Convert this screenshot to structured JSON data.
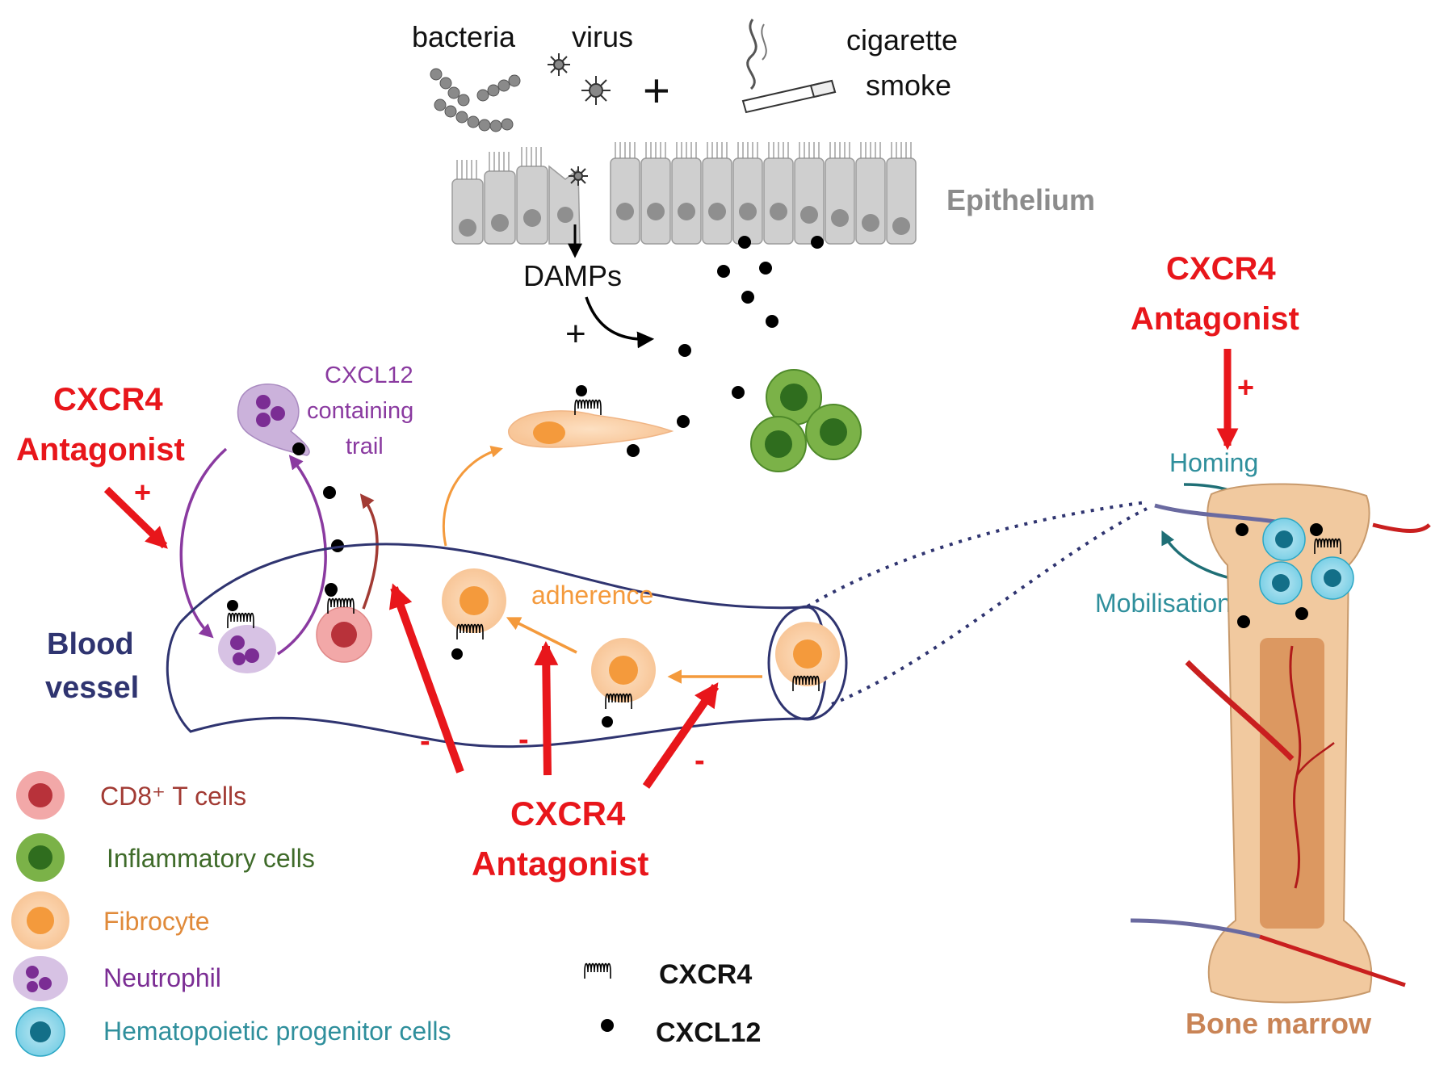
{
  "labels": {
    "bacteria": "bacteria",
    "virus": "virus",
    "plus_top": "+",
    "cigarette_1": "cigarette",
    "cigarette_2": "smoke",
    "epithelium": "Epithelium",
    "damps": "DAMPs",
    "plus_damps": "+",
    "cxcl12_trail_1": "CXCL12",
    "cxcl12_trail_2": "containing",
    "cxcl12_trail_3": "trail",
    "adherence": "adherence",
    "blood_vessel_1": "Blood",
    "blood_vessel_2": "vessel",
    "homing": "Homing",
    "mobilisation": "Mobilisation",
    "bone_marrow": "Bone marrow",
    "minus": "-",
    "plus_sign": "+"
  },
  "antagonists": {
    "left_line1": "CXCR4",
    "left_line2": "Antagonist",
    "right_line1": "CXCR4",
    "right_line2": "Antagonist",
    "center_line1": "CXCR4",
    "center_line2": "Antagonist"
  },
  "legend": {
    "cd8": "CD8⁺ T cells",
    "inflammatory": "Inflammatory cells",
    "fibrocyte": "Fibrocyte",
    "neutrophil": "Neutrophil",
    "hpc": "Hematopoietic progenitor cells",
    "cxcr4": "CXCR4",
    "cxcl12": "CXCL12"
  },
  "colors": {
    "antagonist_red": "#e8161b",
    "vessel_navy": "#2f3470",
    "epithelium_gray": "#c9c9c9",
    "neutrophil_purple": "#8a3aa0",
    "cd8_red": "#c9434a",
    "inflammatory_green": "#3f8c2c",
    "fibrocyte_orange": "#f49a3c",
    "hpc_cyan": "#2ba7c5",
    "homing_teal": "#2f8f9c",
    "bone_tan": "#e9bf93"
  }
}
